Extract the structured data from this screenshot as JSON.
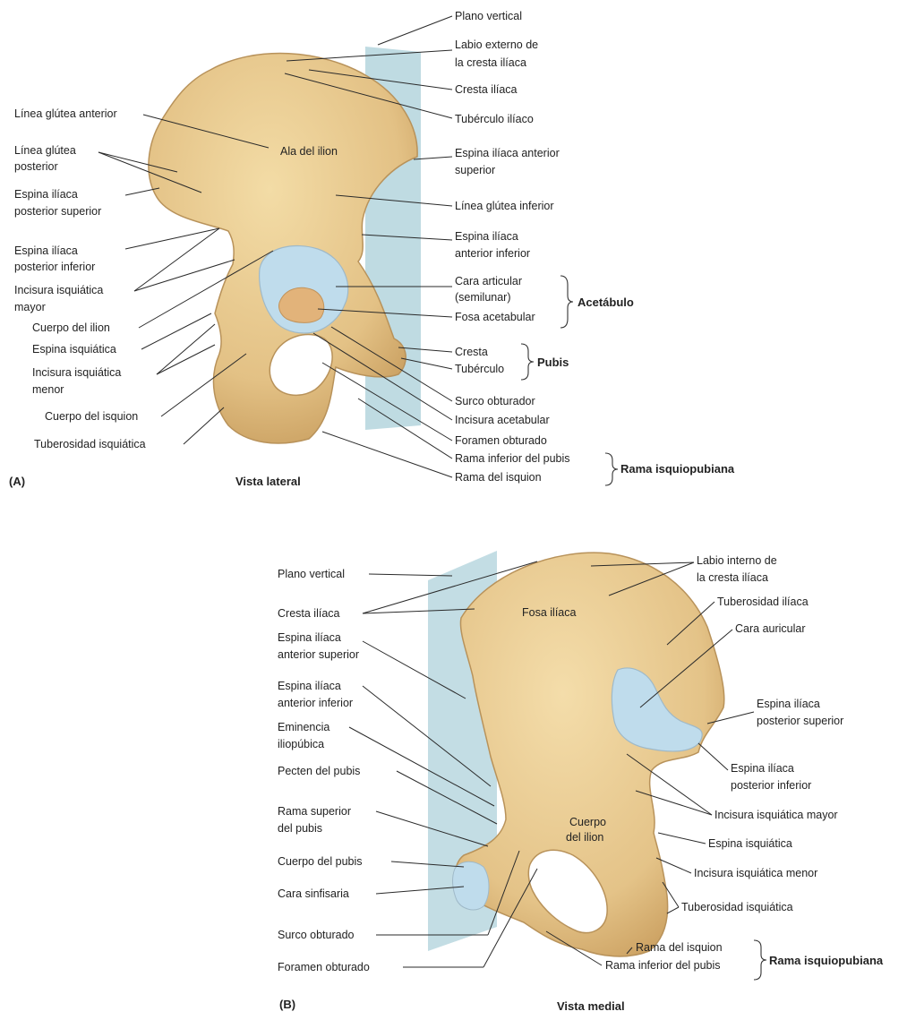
{
  "colors": {
    "bone_fill": "#e8c98d",
    "bone_shade": "#c9a266",
    "bone_outline": "#b8925a",
    "cartilage": "#bfdcec",
    "plane": "#a9cfd8",
    "text": "#222222"
  },
  "panel_a": {
    "tag": "(A)",
    "view_title": "Vista lateral",
    "inner_label": "Ala del ilion",
    "labels": {
      "plano_vertical": "Plano vertical",
      "labio_externo_1": "Labio externo de",
      "labio_externo_2": "la cresta ilíaca",
      "cresta_iliaca": "Cresta ilíaca",
      "tuberculo_iliaco": "Tubérculo ilíaco",
      "espina_ant_sup_1": "Espina ilíaca anterior",
      "espina_ant_sup_2": "superior",
      "linea_glutea_inferior": "Línea glútea inferior",
      "espina_ant_inf_1": "Espina ilíaca",
      "espina_ant_inf_2": "anterior inferior",
      "cara_articular_1": "Cara articular",
      "cara_articular_2": "(semilunar)",
      "fosa_acetabular": "Fosa acetabular",
      "acetabulo": "Acetábulo",
      "cresta": "Cresta",
      "tuberculo": "Tubérculo",
      "pubis": "Pubis",
      "surco_obturador": "Surco obturador",
      "incisura_acetabular": "Incisura acetabular",
      "foramen_obturado": "Foramen obturado",
      "rama_inferior_pubis": "Rama inferior del pubis",
      "rama_isquion": "Rama del isquion",
      "rama_isquiopubiana": "Rama isquiopubiana",
      "linea_glutea_anterior": "Línea glútea anterior",
      "linea_glutea_post_1": "Línea glútea",
      "linea_glutea_post_2": "posterior",
      "espina_post_sup_1": "Espina ilíaca",
      "espina_post_sup_2": "posterior superior",
      "espina_post_inf_1": "Espina ilíaca",
      "espina_post_inf_2": "posterior inferior",
      "incisura_mayor_1": "Incisura isquiática",
      "incisura_mayor_2": "mayor",
      "cuerpo_ilion": "Cuerpo del ilion",
      "espina_isquiatica": "Espina isquiática",
      "incisura_menor_1": "Incisura isquiática",
      "incisura_menor_2": "menor",
      "cuerpo_isquion": "Cuerpo del isquion",
      "tuberosidad_isquiatica": "Tuberosidad isquiática"
    }
  },
  "panel_b": {
    "tag": "(B)",
    "view_title": "Vista medial",
    "inner_label_fosa": "Fosa ilíaca",
    "inner_label_cuerpo_1": "Cuerpo",
    "inner_label_cuerpo_2": "del ilion",
    "labels": {
      "plano_vertical": "Plano vertical",
      "cresta_iliaca": "Cresta ilíaca",
      "espina_ant_sup_1": "Espina ilíaca",
      "espina_ant_sup_2": "anterior superior",
      "espina_ant_inf_1": "Espina ilíaca",
      "espina_ant_inf_2": "anterior inferior",
      "eminencia_1": "Eminencia",
      "eminencia_2": "iliopúbica",
      "pecten": "Pecten del pubis",
      "rama_sup_1": "Rama superior",
      "rama_sup_2": "del pubis",
      "cuerpo_pubis": "Cuerpo del pubis",
      "cara_sinfisaria": "Cara sinfisaria",
      "surco_obturado": "Surco obturado",
      "foramen_obturado": "Foramen obturado",
      "labio_interno_1": "Labio interno de",
      "labio_interno_2": "la cresta ilíaca",
      "tuberosidad_iliaca": "Tuberosidad ilíaca",
      "cara_auricular": "Cara auricular",
      "espina_post_sup_1": "Espina ilíaca",
      "espina_post_sup_2": "posterior superior",
      "espina_post_inf_1": "Espina ilíaca",
      "espina_post_inf_2": "posterior inferior",
      "incisura_mayor": "Incisura isquiática mayor",
      "espina_isquiatica": "Espina isquiática",
      "incisura_menor": "Incisura isquiática menor",
      "tuberosidad_isquiatica": "Tuberosidad isquiática",
      "rama_isquion": "Rama del isquion",
      "rama_inferior_pubis": "Rama inferior del pubis",
      "rama_isquiopubiana": "Rama isquiopubiana"
    }
  }
}
